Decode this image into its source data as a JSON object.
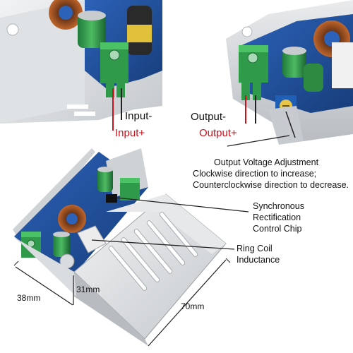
{
  "labels": {
    "input_minus": "Input-",
    "input_plus": "Input+",
    "output_minus": "Output-",
    "output_plus": "Output+",
    "voltage_adjust": [
      "Output Voltage Adjustment",
      "Clockwise direction to increase;",
      "Counterclockwise direction to decrease."
    ],
    "chip": [
      "Synchronous",
      "Rectification",
      "Control Chip"
    ],
    "coil": [
      "Ring Coil",
      "Inductance"
    ],
    "dim_width": "38mm",
    "dim_height": "31mm",
    "dim_length": "70mm"
  },
  "colors": {
    "positive_label": "#d0101a",
    "pcb": "#1f4f9c",
    "terminal": "#2f9a4a",
    "aluminum": "#d7dadd"
  }
}
